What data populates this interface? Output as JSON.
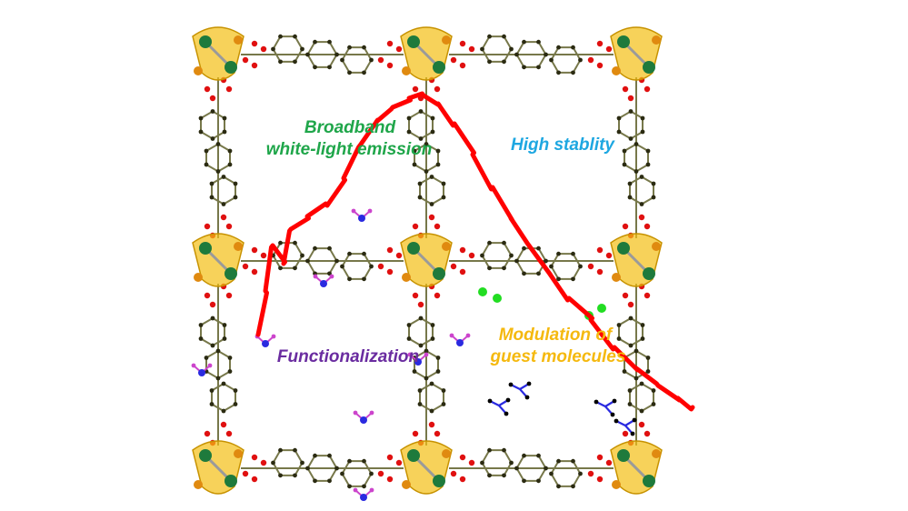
{
  "labels": {
    "emission_line1": "Broadband",
    "emission_line2": "white-light emission",
    "stability": "High stablity",
    "functionalization": "Functionalization",
    "guest_line1": "Modulation of",
    "guest_line2": "guest molecules"
  },
  "colors": {
    "emission": "#1fa64a",
    "stability": "#1ea7e1",
    "functionalization": "#6a2ca0",
    "guest": "#f5b90f",
    "spectrum": "#ff0000",
    "metal_node": "#1e7a3c",
    "metal_node_alt": "#e08a10",
    "carbon": "#2b2b12",
    "oxygen": "#e01010",
    "nitrogen": "#2a2ae0",
    "hydrogen": "#cc44cc",
    "guest_ion": "#22dd22",
    "ring_bond": "#77784a",
    "paddle_wheel": "#f3bf14"
  }
}
